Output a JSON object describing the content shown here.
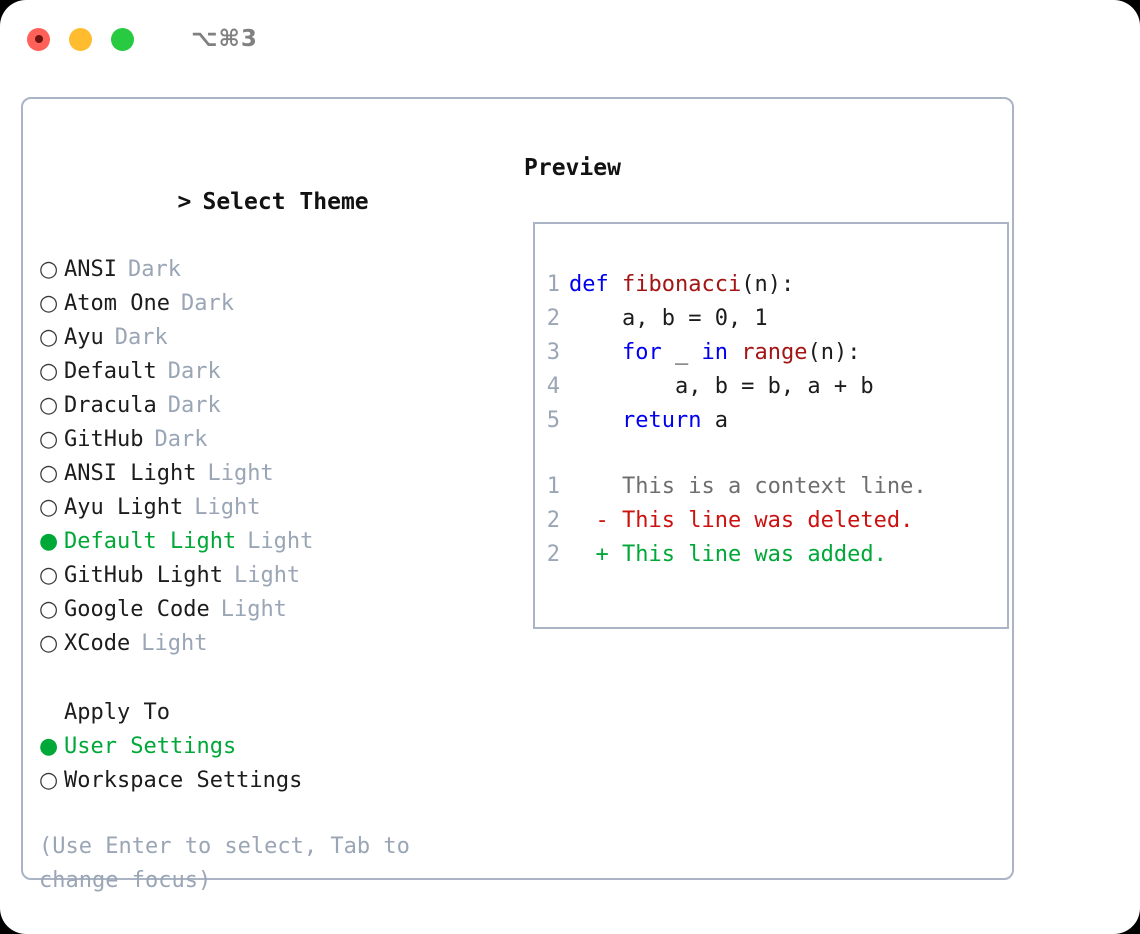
{
  "window": {
    "title": "⌥⌘3",
    "traffic_lights": [
      "close-red",
      "minimize-yellow",
      "zoom-green"
    ]
  },
  "left_pane": {
    "header": "Select Theme",
    "header_marker": ">",
    "themes": [
      {
        "marker": "○",
        "name": "ANSI",
        "tag": "Dark",
        "selected": false
      },
      {
        "marker": "○",
        "name": "Atom One",
        "tag": "Dark",
        "selected": false
      },
      {
        "marker": "○",
        "name": "Ayu",
        "tag": "Dark",
        "selected": false
      },
      {
        "marker": "○",
        "name": "Default",
        "tag": "Dark",
        "selected": false
      },
      {
        "marker": "○",
        "name": "Dracula",
        "tag": "Dark",
        "selected": false
      },
      {
        "marker": "○",
        "name": "GitHub",
        "tag": "Dark",
        "selected": false
      },
      {
        "marker": "○",
        "name": "ANSI Light",
        "tag": "Light",
        "selected": false
      },
      {
        "marker": "○",
        "name": "Ayu Light",
        "tag": "Light",
        "selected": false
      },
      {
        "marker": "●",
        "name": "Default Light",
        "tag": "Light",
        "selected": true
      },
      {
        "marker": "○",
        "name": "GitHub Light",
        "tag": "Light",
        "selected": false
      },
      {
        "marker": "○",
        "name": "Google Code",
        "tag": "Light",
        "selected": false
      },
      {
        "marker": "○",
        "name": "XCode",
        "tag": "Light",
        "selected": false
      }
    ],
    "apply_to": {
      "header": "Apply To",
      "options": [
        {
          "marker": "●",
          "label": "User Settings",
          "selected": true
        },
        {
          "marker": "○",
          "label": "Workspace Settings",
          "selected": false
        }
      ]
    },
    "hint": "(Use Enter to select, Tab to change focus)"
  },
  "right_pane": {
    "header": "Preview",
    "code": [
      {
        "num": "1",
        "tokens": [
          {
            "t": "def ",
            "c": "kw"
          },
          {
            "t": "fibonacci",
            "c": "fn"
          },
          {
            "t": "(n):",
            "c": "pl"
          }
        ]
      },
      {
        "num": "2",
        "tokens": [
          {
            "t": "    a, b = 0, 1",
            "c": "pl"
          }
        ]
      },
      {
        "num": "3",
        "tokens": [
          {
            "t": "    ",
            "c": "pl"
          },
          {
            "t": "for",
            "c": "kw"
          },
          {
            "t": " _ ",
            "c": "pl"
          },
          {
            "t": "in ",
            "c": "kw"
          },
          {
            "t": "range",
            "c": "fn"
          },
          {
            "t": "(n):",
            "c": "pl"
          }
        ]
      },
      {
        "num": "4",
        "tokens": [
          {
            "t": "        a, b = b, a + b",
            "c": "pl"
          }
        ]
      },
      {
        "num": "5",
        "tokens": [
          {
            "t": "    ",
            "c": "pl"
          },
          {
            "t": "return",
            "c": "kw"
          },
          {
            "t": " a",
            "c": "pl"
          }
        ]
      }
    ],
    "diff": [
      {
        "num": "1",
        "sign": " ",
        "text": "This is a context line.",
        "kind": "ctx"
      },
      {
        "num": "2",
        "sign": "-",
        "text": "This line was deleted.",
        "kind": "del"
      },
      {
        "num": "2",
        "sign": "+",
        "text": "This line was added.",
        "kind": "add"
      }
    ]
  },
  "colors": {
    "accent_green": "#00a838",
    "muted": "#9aa5b5",
    "border": "#aab4c4",
    "keyword": "#0000ee",
    "function": "#a31515",
    "diff_delete": "#cc1111",
    "diff_add": "#00a838"
  }
}
